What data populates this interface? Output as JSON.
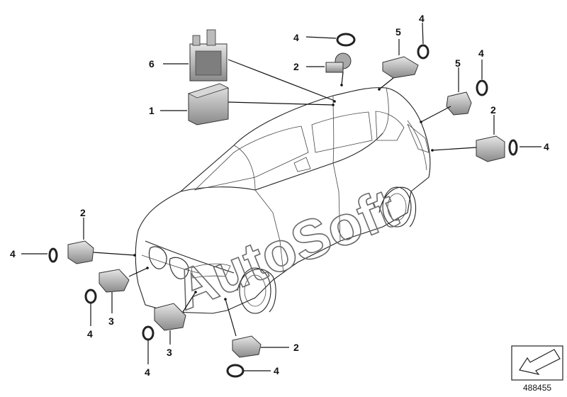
{
  "watermark": "AutoSoft",
  "diagram_id": "488455",
  "callouts": [
    {
      "id": "c6",
      "label": "6"
    },
    {
      "id": "c1",
      "label": "1"
    },
    {
      "id": "c4a",
      "label": "4"
    },
    {
      "id": "c2a",
      "label": "2"
    },
    {
      "id": "c5a",
      "label": "5"
    },
    {
      "id": "c4b",
      "label": "4"
    },
    {
      "id": "c5b",
      "label": "5"
    },
    {
      "id": "c4c",
      "label": "4"
    },
    {
      "id": "c2b",
      "label": "2"
    },
    {
      "id": "c4d",
      "label": "4"
    },
    {
      "id": "c2c",
      "label": "2"
    },
    {
      "id": "c4e",
      "label": "4"
    },
    {
      "id": "c3a",
      "label": "3"
    },
    {
      "id": "c4f",
      "label": "4"
    },
    {
      "id": "c3b",
      "label": "3"
    },
    {
      "id": "c4g",
      "label": "4"
    },
    {
      "id": "c2d",
      "label": "2"
    },
    {
      "id": "c4h",
      "label": "4"
    }
  ],
  "colors": {
    "part_fill": "#c9c9c9",
    "part_dark": "#8e8e8e",
    "line": "#111111",
    "watermark": "#6b6b6b"
  }
}
